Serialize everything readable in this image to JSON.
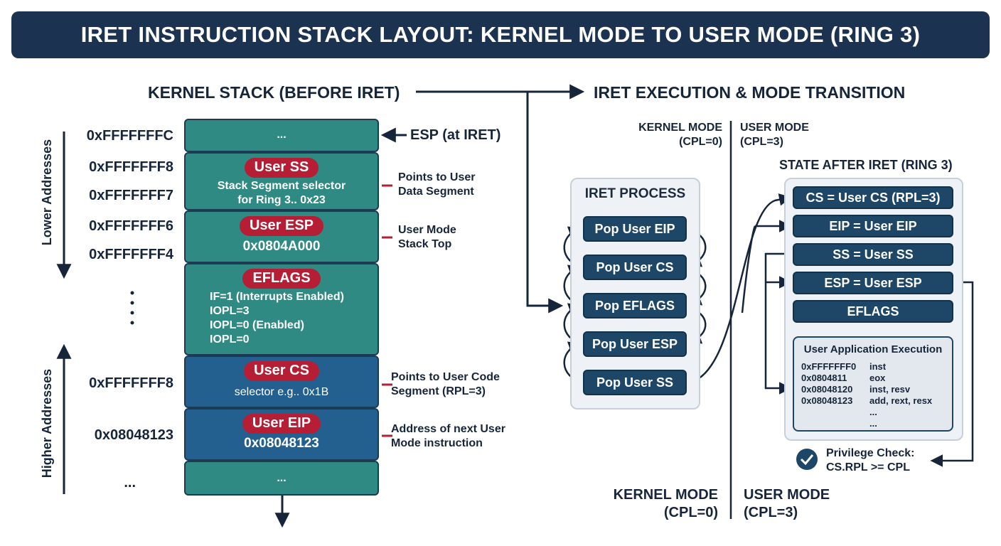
{
  "title": "IRET INSTRUCTION STACK LAYOUT: KERNEL MODE TO USER MODE (RING 3)",
  "left": {
    "heading": "KERNEL STACK (BEFORE IRET)",
    "lower_label": "Lower Addresses",
    "higher_label": "Higher Addresses",
    "esp_label": "ESP (at IRET)",
    "addresses": [
      "0xFFFFFFFC",
      "0xFFFFFFF8",
      "0xFFFFFFF7",
      "0xFFFFFFF6",
      "0xFFFFFFF4",
      "0xFFFFFFF8",
      "0x08048123",
      "..."
    ],
    "cells": {
      "top": "...",
      "ss": {
        "label": "User SS",
        "line1": "Stack Segment selector",
        "line2": "for Ring 3.. 0x23"
      },
      "esp": {
        "label": "User ESP",
        "line1": "0x0804A000"
      },
      "eflags": {
        "label": "EFLAGS",
        "line1": "IF=1 (Interrupts Enabled)",
        "line2": "IOPL=3",
        "line3": "IOPL=0 (Enabled)",
        "line4": "IOPL=0"
      },
      "cs": {
        "label": "User CS",
        "line1": "selector e.g.. 0x1B"
      },
      "eip": {
        "label": "User EIP",
        "line1": "0x08048123"
      },
      "bottom": "..."
    },
    "notes": {
      "ss": [
        "Points to User",
        "Data Segment"
      ],
      "esp": [
        "User Mode",
        "Stack Top"
      ],
      "cs": [
        "Points to User Code",
        "Segment (RPL=3)"
      ],
      "eip": [
        "Address of next User",
        "Mode instruction"
      ]
    }
  },
  "right": {
    "heading": "IRET EXECUTION & MODE TRANSITION",
    "kernel_mode_top": [
      "KERNEL MODE",
      "(CPL=0)"
    ],
    "user_mode_top": [
      "USER MODE",
      "(CPL=3)"
    ],
    "kernel_mode_bottom": [
      "KERNEL MODE",
      "(CPL=0)"
    ],
    "user_mode_bottom": [
      "USER MODE",
      "(CPL=3)"
    ],
    "process_title": "IRET PROCESS",
    "process_steps": [
      "Pop User EIP",
      "Pop User CS",
      "Pop EFLAGS",
      "Pop User ESP",
      "Pop User SS"
    ],
    "state_title": "STATE AFTER IRET (RING 3)",
    "state_items": [
      "CS = User CS (RPL=3)",
      "EIP = User EIP",
      "SS = User SS",
      "ESP = User ESP",
      "EFLAGS"
    ],
    "app": {
      "title": "User Application Execution",
      "rows": [
        [
          "0xFFFFFFF0",
          "inst"
        ],
        [
          "0x0804811",
          "eox"
        ],
        [
          "0x08048120",
          "inst, resv"
        ],
        [
          "0x08048123",
          "add, rext, resx"
        ],
        [
          "",
          "..."
        ],
        [
          "",
          "..."
        ]
      ]
    },
    "privilege": [
      "Privilege Check:",
      "CS.RPL >= CPL"
    ]
  },
  "colors": {
    "banner": "#1b3350",
    "teal": "#2e8a82",
    "blue": "#24608f",
    "pill": "#b51e35",
    "box": "#1e4666"
  }
}
